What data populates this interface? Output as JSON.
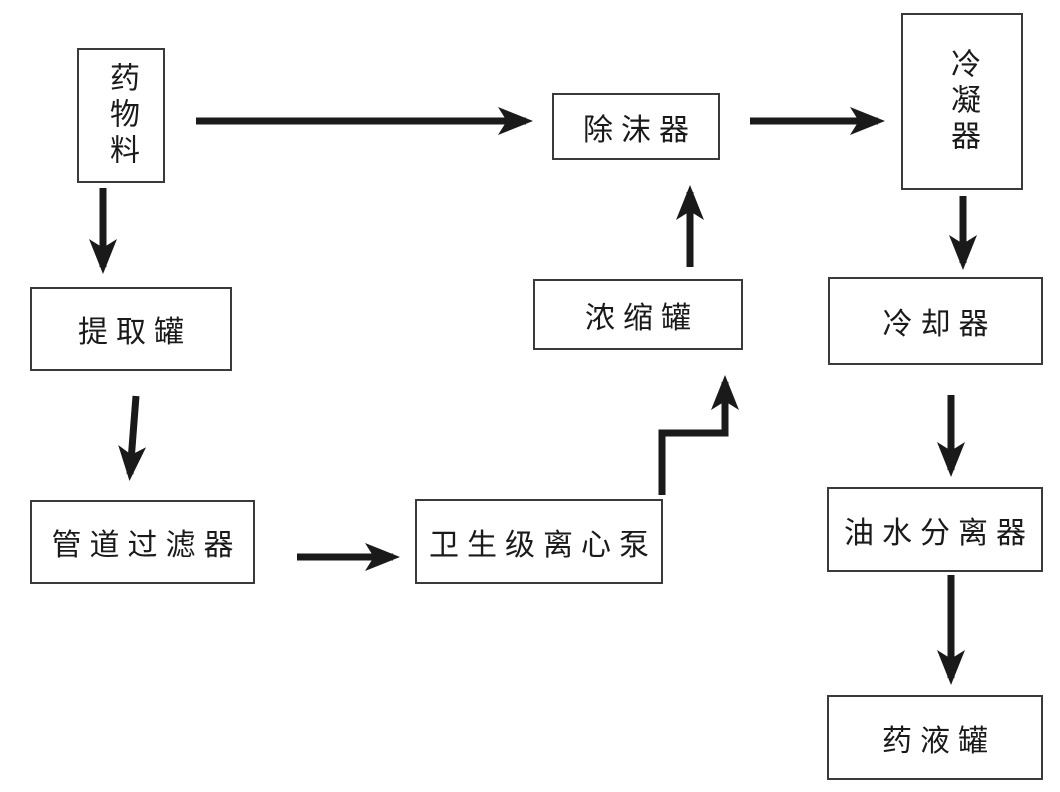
{
  "diagram": {
    "type": "process-flowchart",
    "nodes": [
      {
        "id": "drug-material",
        "label": "药物料",
        "orientation": "vertical"
      },
      {
        "id": "demister",
        "label": "除沫器",
        "orientation": "horizontal"
      },
      {
        "id": "condenser",
        "label": "冷凝器",
        "orientation": "vertical"
      },
      {
        "id": "extraction-tank",
        "label": "提取罐",
        "orientation": "horizontal"
      },
      {
        "id": "concentrator",
        "label": "浓缩罐",
        "orientation": "horizontal"
      },
      {
        "id": "cooler",
        "label": "冷却器",
        "orientation": "horizontal"
      },
      {
        "id": "pipeline-filter",
        "label": "管道过滤器",
        "orientation": "horizontal"
      },
      {
        "id": "centrifugal-pump",
        "label": "卫生级离心泵",
        "orientation": "horizontal"
      },
      {
        "id": "oil-water-separator",
        "label": "油水分离器",
        "orientation": "horizontal"
      },
      {
        "id": "liquid-tank",
        "label": "药液罐",
        "orientation": "horizontal"
      }
    ],
    "edges": [
      {
        "from": "药物料",
        "to": "除沫器"
      },
      {
        "from": "药物料",
        "to": "提取罐"
      },
      {
        "from": "提取罐",
        "to": "管道过滤器"
      },
      {
        "from": "管道过滤器",
        "to": "卫生级离心泵"
      },
      {
        "from": "卫生级离心泵",
        "to": "浓缩罐"
      },
      {
        "from": "浓缩罐",
        "to": "除沫器"
      },
      {
        "from": "除沫器",
        "to": "冷凝器"
      },
      {
        "from": "冷凝器",
        "to": "冷却器"
      },
      {
        "from": "冷却器",
        "to": "油水分离器"
      },
      {
        "from": "油水分离器",
        "to": "药液罐"
      }
    ],
    "colors": {
      "arrow": "#1a1a1a",
      "box_border": "#3a3a3a",
      "background": "#ffffff",
      "text": "#1a1a1a"
    }
  }
}
